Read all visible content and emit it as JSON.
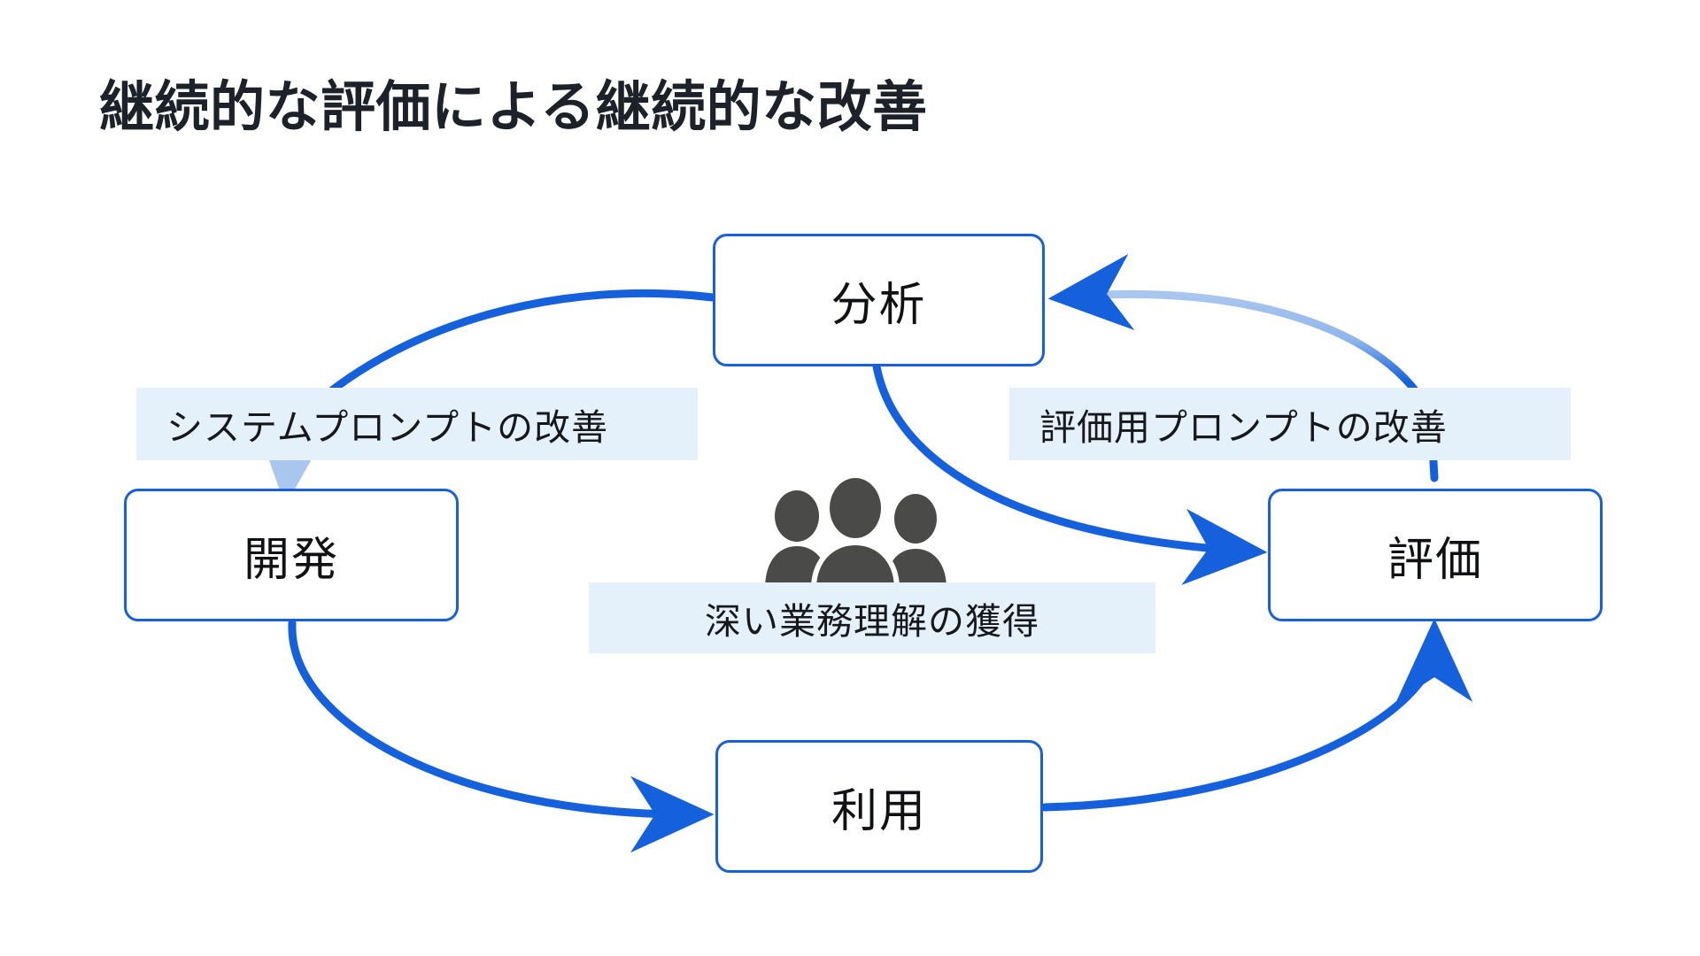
{
  "page": {
    "title": "継続的な評価による継続的な改善",
    "background": "#ffffff"
  },
  "colors": {
    "accent_blue": "#1460dd",
    "arrow_blue": "#1460dd",
    "arrow_blue_faded": "#a9c6ee",
    "band_bg": "#e4f0fa",
    "text_dark": "#17181c",
    "title_color": "#1d2129",
    "icon_gray": "#4a4a49"
  },
  "diagram": {
    "type": "cycle",
    "nodes": [
      {
        "id": "analysis",
        "label": "分析",
        "position": "top"
      },
      {
        "id": "develop",
        "label": "開発",
        "position": "left"
      },
      {
        "id": "use",
        "label": "利用",
        "position": "bottom"
      },
      {
        "id": "evaluate",
        "label": "評価",
        "position": "right"
      }
    ],
    "edges": [
      {
        "from": "analysis",
        "to": "develop",
        "direction": "clockwise-left"
      },
      {
        "from": "develop",
        "to": "use",
        "direction": "clockwise-bottom-left"
      },
      {
        "from": "use",
        "to": "evaluate",
        "direction": "clockwise-bottom-right"
      },
      {
        "from": "evaluate",
        "to": "analysis",
        "direction": "clockwise-top-right"
      },
      {
        "from": "analysis",
        "to": "evaluate",
        "direction": "inner-diagonal"
      }
    ],
    "labels": [
      {
        "id": "left-band",
        "text": "システムプロンプトの改善",
        "placement": "left"
      },
      {
        "id": "right-band",
        "text": "評価用プロンプトの改善",
        "placement": "right"
      },
      {
        "id": "center-band",
        "text": "深い業務理解の獲得",
        "placement": "center"
      }
    ],
    "icons": [
      {
        "id": "people",
        "name": "people-group-icon",
        "placement": "center"
      }
    ]
  }
}
